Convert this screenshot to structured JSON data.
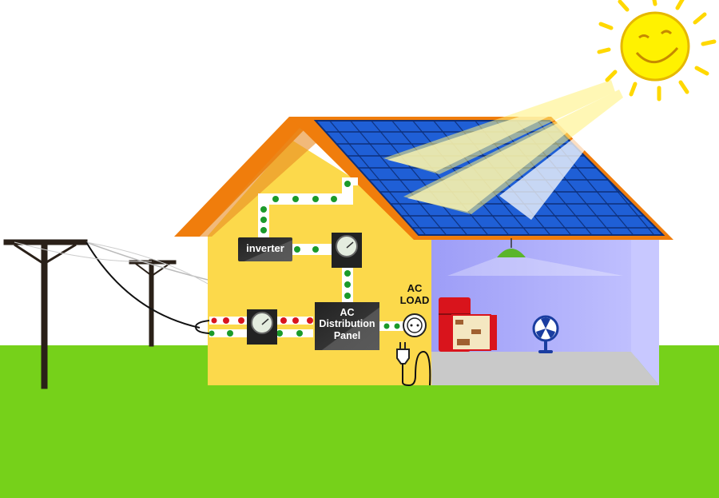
{
  "labels": {
    "inverter": "inverter",
    "panel_line1": "AC",
    "panel_line2": "Distribution",
    "panel_line3": "Panel",
    "load_line1": "AC",
    "load_line2": "LOAD"
  },
  "colors": {
    "sky": "#ffffff",
    "grass": "#76d11a",
    "wall": "#fcd94b",
    "roof": "#f07d0c",
    "solar": "#1f5fd6",
    "room": "#a6a6fa",
    "floor": "#c9c9c9",
    "sun": "#fff200",
    "flow_green": "#1a9a2a",
    "flow_red": "#d8141c"
  }
}
